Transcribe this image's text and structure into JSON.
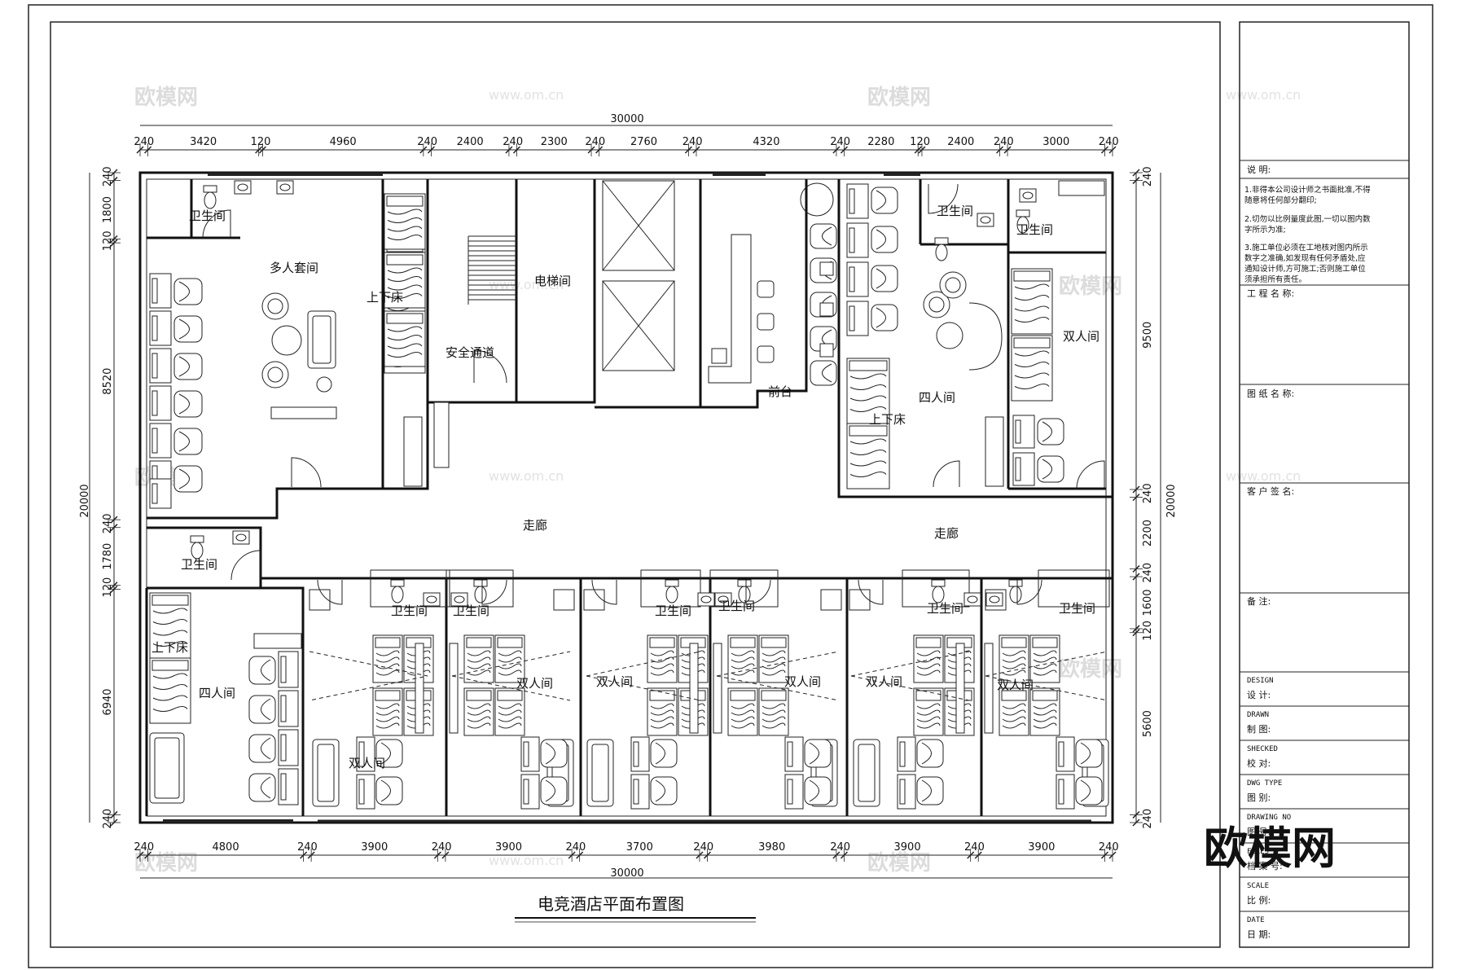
{
  "drawing": {
    "title": "电竞酒店平面布置图",
    "total_width_label": "30000",
    "top_dims": [
      "240",
      "3420",
      "120",
      "4960",
      "240",
      "2400",
      "240",
      "2300",
      "240",
      "2760",
      "240",
      "4320",
      "240",
      "2280",
      "120",
      "2400",
      "240",
      "3000",
      "240"
    ],
    "bottom_dims": [
      "240",
      "4800",
      "240",
      "3900",
      "240",
      "3900",
      "240",
      "3700",
      "240",
      "3980",
      "240",
      "3900",
      "240",
      "3900",
      "240"
    ],
    "left_dims": [
      "240",
      "1800",
      "120",
      "8520",
      "240",
      "1780",
      "120",
      "6940",
      "240"
    ],
    "left_total": "20000",
    "right_dims": [
      "240",
      "9500",
      "240",
      "2200",
      "240",
      "1600",
      "120",
      "5600",
      "240"
    ],
    "right_total": "20000"
  },
  "rooms": {
    "multi_suite": "多人套间",
    "bunk": "上下床",
    "stair": "安全通道",
    "elevator": "电梯间",
    "reception": "前台",
    "bathroom": "卫生间",
    "corridor": "走廊",
    "four_room": "四人间",
    "double_room": "双人间"
  },
  "title_block": {
    "notes_head": "说 明:",
    "note1": "1.非得本公司设计师之书面批准,不得",
    "note1b": "随意将任何部分翻印;",
    "note2": "2.切勿以比例量度此图,一切以图内数",
    "note2b": "字所示为准;",
    "note3": "3.施工单位必须在工地核对图内所示",
    "note3b": "数字之准确,如发现有任何矛盾处,应",
    "note3c": "通知设计师,方可施工;否则施工单位",
    "note3d": "须承担所有责任。",
    "project_name": "工 程 名 称:",
    "drawing_name": "图 纸 名 称:",
    "client_sign": "客 户 签 名:",
    "remarks": "备 注:",
    "design_en": "DESIGN",
    "design_cn": "设 计:",
    "drawn_en": "DRAWN",
    "drawn_cn": "制 图:",
    "checked_en": "SHECKED",
    "checked_cn": "校 对:",
    "type_en": "DWG TYPE",
    "type_cn": "图 别:",
    "no_en": "DRAWING NO",
    "no_cn": "图 号:",
    "files_en": "FILES",
    "files_cn": "档 案 号:",
    "scale_en": "SCALE",
    "scale_cn": "比 例:",
    "date_en": "DATE",
    "date_cn": "日 期:"
  },
  "watermark": {
    "brand": "欧模网",
    "site": "www.om.cn"
  }
}
